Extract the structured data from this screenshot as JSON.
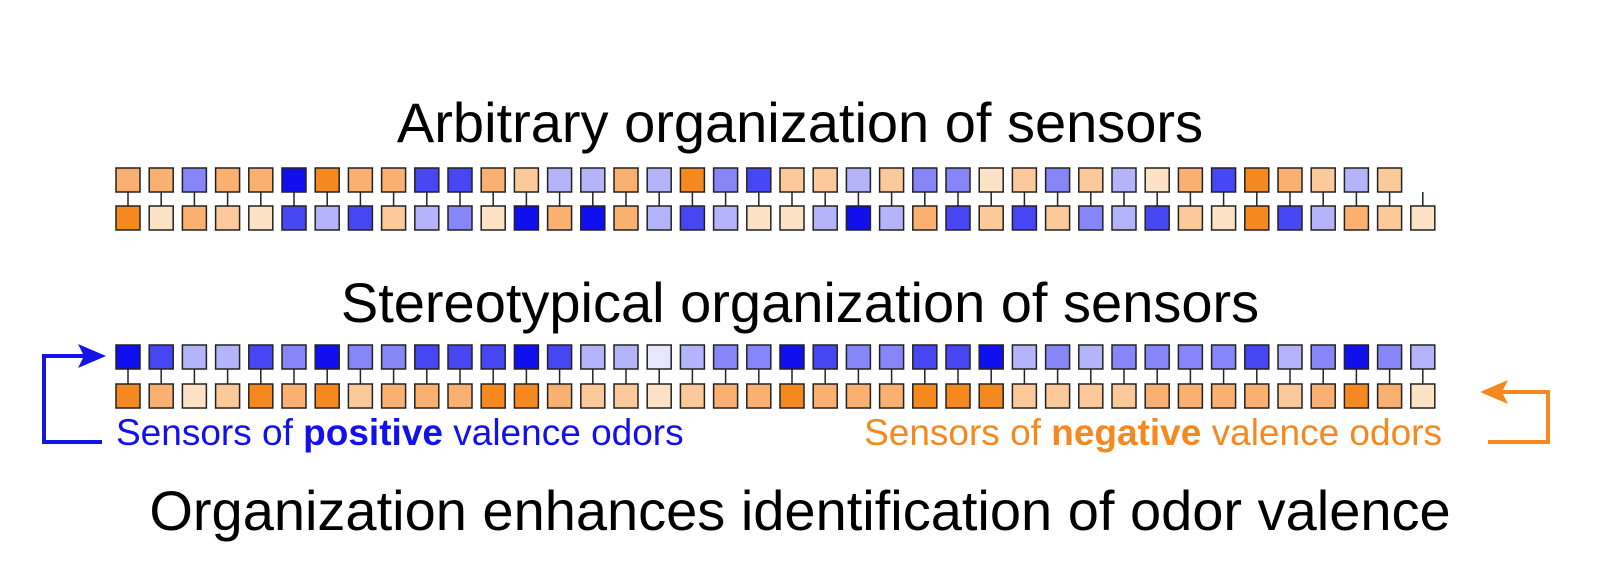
{
  "title_top": "Arbitrary organization of sensors",
  "title_middle": "Stereotypical organization of sensors",
  "title_bottom": "Organization enhances identification of odor valence",
  "legend_positive": {
    "pre": "Sensors of ",
    "bold": "positive",
    "post": " valence odors"
  },
  "legend_negative": {
    "pre": "Sensors of ",
    "bold": "negative",
    "post": " valence odors"
  },
  "colors": {
    "positive_base": "#1010ee",
    "negative_base": "#f5891f",
    "stroke": "#222222",
    "positive_arrow": "#1414e6",
    "negative_arrow": "#f5891f"
  },
  "arbitrary_arrangement": {
    "top_row": [
      "o2",
      "o2",
      "b2",
      "o2",
      "o2",
      "b4",
      "o3",
      "o2",
      "o2",
      "b3",
      "b3",
      "o2",
      "o1",
      "b1",
      "b1",
      "o2",
      "b1",
      "o3",
      "b2",
      "b3",
      "o1",
      "o1",
      "b1",
      "o1",
      "b2",
      "b2",
      "o0",
      "o1",
      "b2",
      "o1",
      "b1",
      "o0",
      "o2",
      "b3",
      "o3",
      "o2",
      "o1",
      "b1",
      "o1"
    ],
    "bottom_row": [
      "o3",
      "o0",
      "o2",
      "o1",
      "o0",
      "b3",
      "b1",
      "b3",
      "o1",
      "b1",
      "b2",
      "o0",
      "b4",
      "o2",
      "b4",
      "o2",
      "b1",
      "b3",
      "b1",
      "o0",
      "o0",
      "b1",
      "b4",
      "b1",
      "o2",
      "b3",
      "o1",
      "b3",
      "o1",
      "b2",
      "b1",
      "b3",
      "o1",
      "o0",
      "o3",
      "b3",
      "b1",
      "o2",
      "o1",
      "o0"
    ]
  },
  "stereotypical_arrangement": {
    "top_row": [
      "b4",
      "b3",
      "b1",
      "b1",
      "b3",
      "b2",
      "b4",
      "b2",
      "b2",
      "b3",
      "b3",
      "b3",
      "b4",
      "b3",
      "b1",
      "b1",
      "b0",
      "b1",
      "b2",
      "b2",
      "b4",
      "b3",
      "b2",
      "b2",
      "b3",
      "b3",
      "b4",
      "b1",
      "b2",
      "b1",
      "b2",
      "b2",
      "b2",
      "b2",
      "b3",
      "b1",
      "b2",
      "b4",
      "b2",
      "b1"
    ],
    "bottom_row": [
      "o3",
      "o2",
      "o0",
      "o1",
      "o3",
      "o2",
      "o3",
      "o1",
      "o2",
      "o2",
      "o2",
      "o3",
      "o3",
      "o2",
      "o1",
      "o1",
      "o0",
      "o1",
      "o2",
      "o2",
      "o3",
      "o2",
      "o2",
      "o2",
      "o3",
      "o3",
      "o3",
      "o1",
      "o1",
      "o1",
      "o1",
      "o2",
      "o2",
      "o2",
      "o2",
      "o1",
      "o2",
      "o3",
      "o2",
      "o0"
    ]
  }
}
